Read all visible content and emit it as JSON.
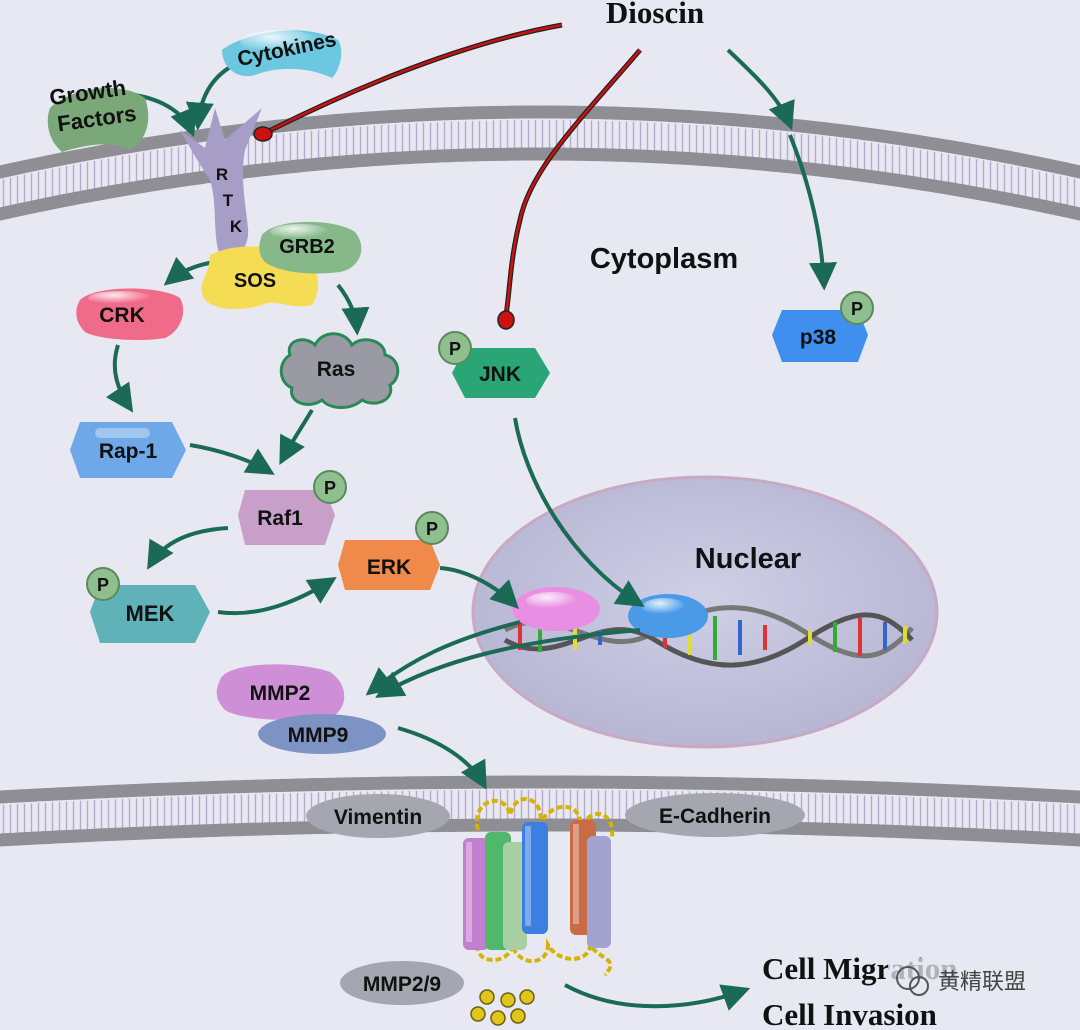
{
  "drug": "Dioscin",
  "extracellular": {
    "growth_factors_line1": "Growth",
    "growth_factors_line2": "Factors",
    "cytokines": "Cytokines"
  },
  "receptor": {
    "letters": [
      "R",
      "T",
      "K"
    ]
  },
  "compartments": {
    "cytoplasm": "Cytoplasm",
    "nuclear": "Nuclear"
  },
  "proteins": {
    "grb2": "GRB2",
    "sos": "SOS",
    "crk": "CRK",
    "ras": "Ras",
    "rap1": "Rap-1",
    "raf1": "Raf1",
    "mek": "MEK",
    "erk": "ERK",
    "jnk": "JNK",
    "p38": "p38",
    "mmp2": "MMP2",
    "mmp9": "MMP9",
    "vimentin": "Vimentin",
    "ecadherin": "E-Cadherin",
    "mmp29": "MMP2/9"
  },
  "phospho": "P",
  "outcomes": {
    "migration": "Cell Migration",
    "invasion": "Cell Invasion"
  },
  "watermark": "黄精联盟",
  "colors": {
    "background": "#e7e8f2",
    "inhibition": "#cc1111",
    "activation": "#1a6a55",
    "crk": "#f06a8a",
    "rap1": "#6fa8e8",
    "raf1": "#c79fc8",
    "mek": "#5fb3b8",
    "erk": "#ef8a4a",
    "jnk": "#2aa575",
    "p38": "#3f90ee",
    "sos": "#f4dd55",
    "grb2": "#86b88a",
    "rtk": "#a79ec8",
    "mmp2": "#cf8fd6",
    "mmp9": "#7d93c4",
    "cytokines": "#6cc8e0",
    "growth_factors": "#7aa878"
  }
}
